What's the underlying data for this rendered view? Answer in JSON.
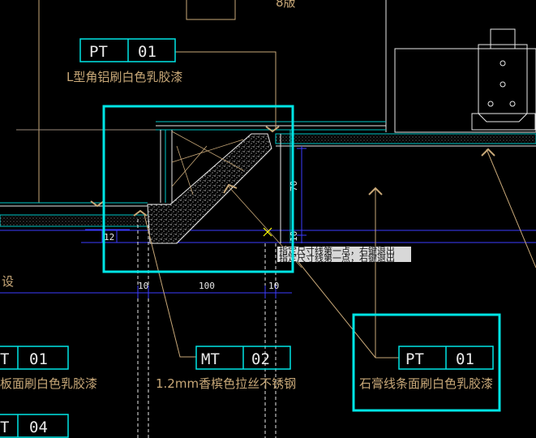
{
  "tags": {
    "pt01_top": {
      "code": "PT",
      "num": "01",
      "desc": "L型角铝刷白色乳胶漆"
    },
    "mt02": {
      "code": "MT",
      "num": "02",
      "desc": "1.2mm香槟色拉丝不锈钢"
    },
    "pt01_right": {
      "code": "PT",
      "num": "01",
      "desc": "石膏线条面刷白色乳胶漆"
    },
    "left_tag_a": {
      "code": "T",
      "num": "01",
      "desc": "板面刷白色乳胶漆"
    },
    "left_tag_b": {
      "code": "T",
      "num": "04"
    }
  },
  "dimensions": {
    "d1": "10",
    "d2": "100",
    "d3": "10",
    "v1": "70",
    "v2": "10",
    "v3": "12"
  },
  "fragments": {
    "top_text": "8版",
    "left_text": "设"
  },
  "tooltip": {
    "line1": "指定尺寸线第一点，右键退出",
    "line2": "指定尺寸线第一点，右键退出"
  },
  "colors": {
    "cyan": "#00e5e5",
    "tan": "#c8a878",
    "blue": "#3c3cff",
    "white": "#e8e8e8"
  }
}
